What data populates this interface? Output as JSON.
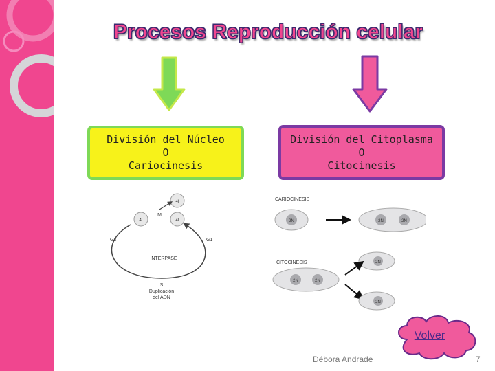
{
  "title": "Procesos Reproducción celular",
  "left_box": {
    "line1": "División del Núcleo",
    "line2": "O",
    "line3": "Cariocinesis"
  },
  "right_box": {
    "line1": "División del Citoplasma",
    "line2": "O",
    "line3": "Citocinesis"
  },
  "cycle": {
    "mitosis": "M",
    "g2": "G2",
    "g1": "G1",
    "interphase": "INTERPASE",
    "s_line1": "S",
    "s_line2": "Duplicación",
    "s_line3": "del ADN",
    "cell": "4I"
  },
  "division": {
    "cariocinesis": "CARIOCINESIS",
    "citocinesis": "CITOCINESIS",
    "nucleus": "2N"
  },
  "volver_label": "Volver",
  "author": "Débora Andrade",
  "page_number": "7",
  "colors": {
    "sidebar": "#f0468f",
    "arrow_left": "#7ed957",
    "arrow_left_outline": "#b5e08a",
    "arrow_right": "#f05a9c",
    "arrow_right_outline": "#7b3aa3",
    "box_left": "#f7f21a",
    "box_right": "#f05a9c",
    "volver": "#f05a9c"
  }
}
